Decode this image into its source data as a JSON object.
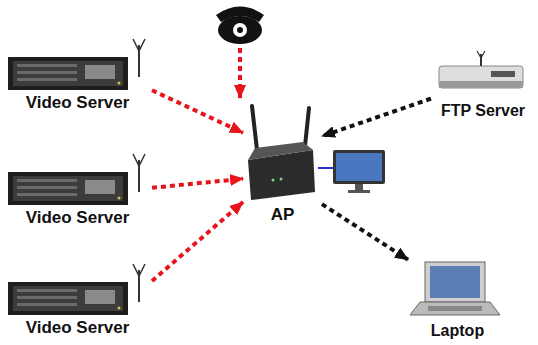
{
  "diagram": {
    "nodes": [
      {
        "text": [
          "Video Server"
        ]
      },
      {
        "text": [
          "FTP Server"
        ]
      },
      {
        "text": [
          "Video Server"
        ]
      },
      {
        "text": [
          "AP"
        ]
      },
      {
        "text": [
          "Video Server"
        ]
      },
      {
        "text": [
          "Laptop"
        ]
      }
    ],
    "edges": [
      {
        "from": 0,
        "to": 3,
        "arrow": "to"
      },
      {
        "from": 1,
        "to": 3,
        "arrow": "to"
      },
      {
        "from": 2,
        "to": 3,
        "arrow": "to"
      },
      {
        "from": 4,
        "to": 3,
        "arrow": "to"
      },
      {
        "from": 3,
        "to": 5,
        "arrow": "to"
      }
    ]
  }
}
